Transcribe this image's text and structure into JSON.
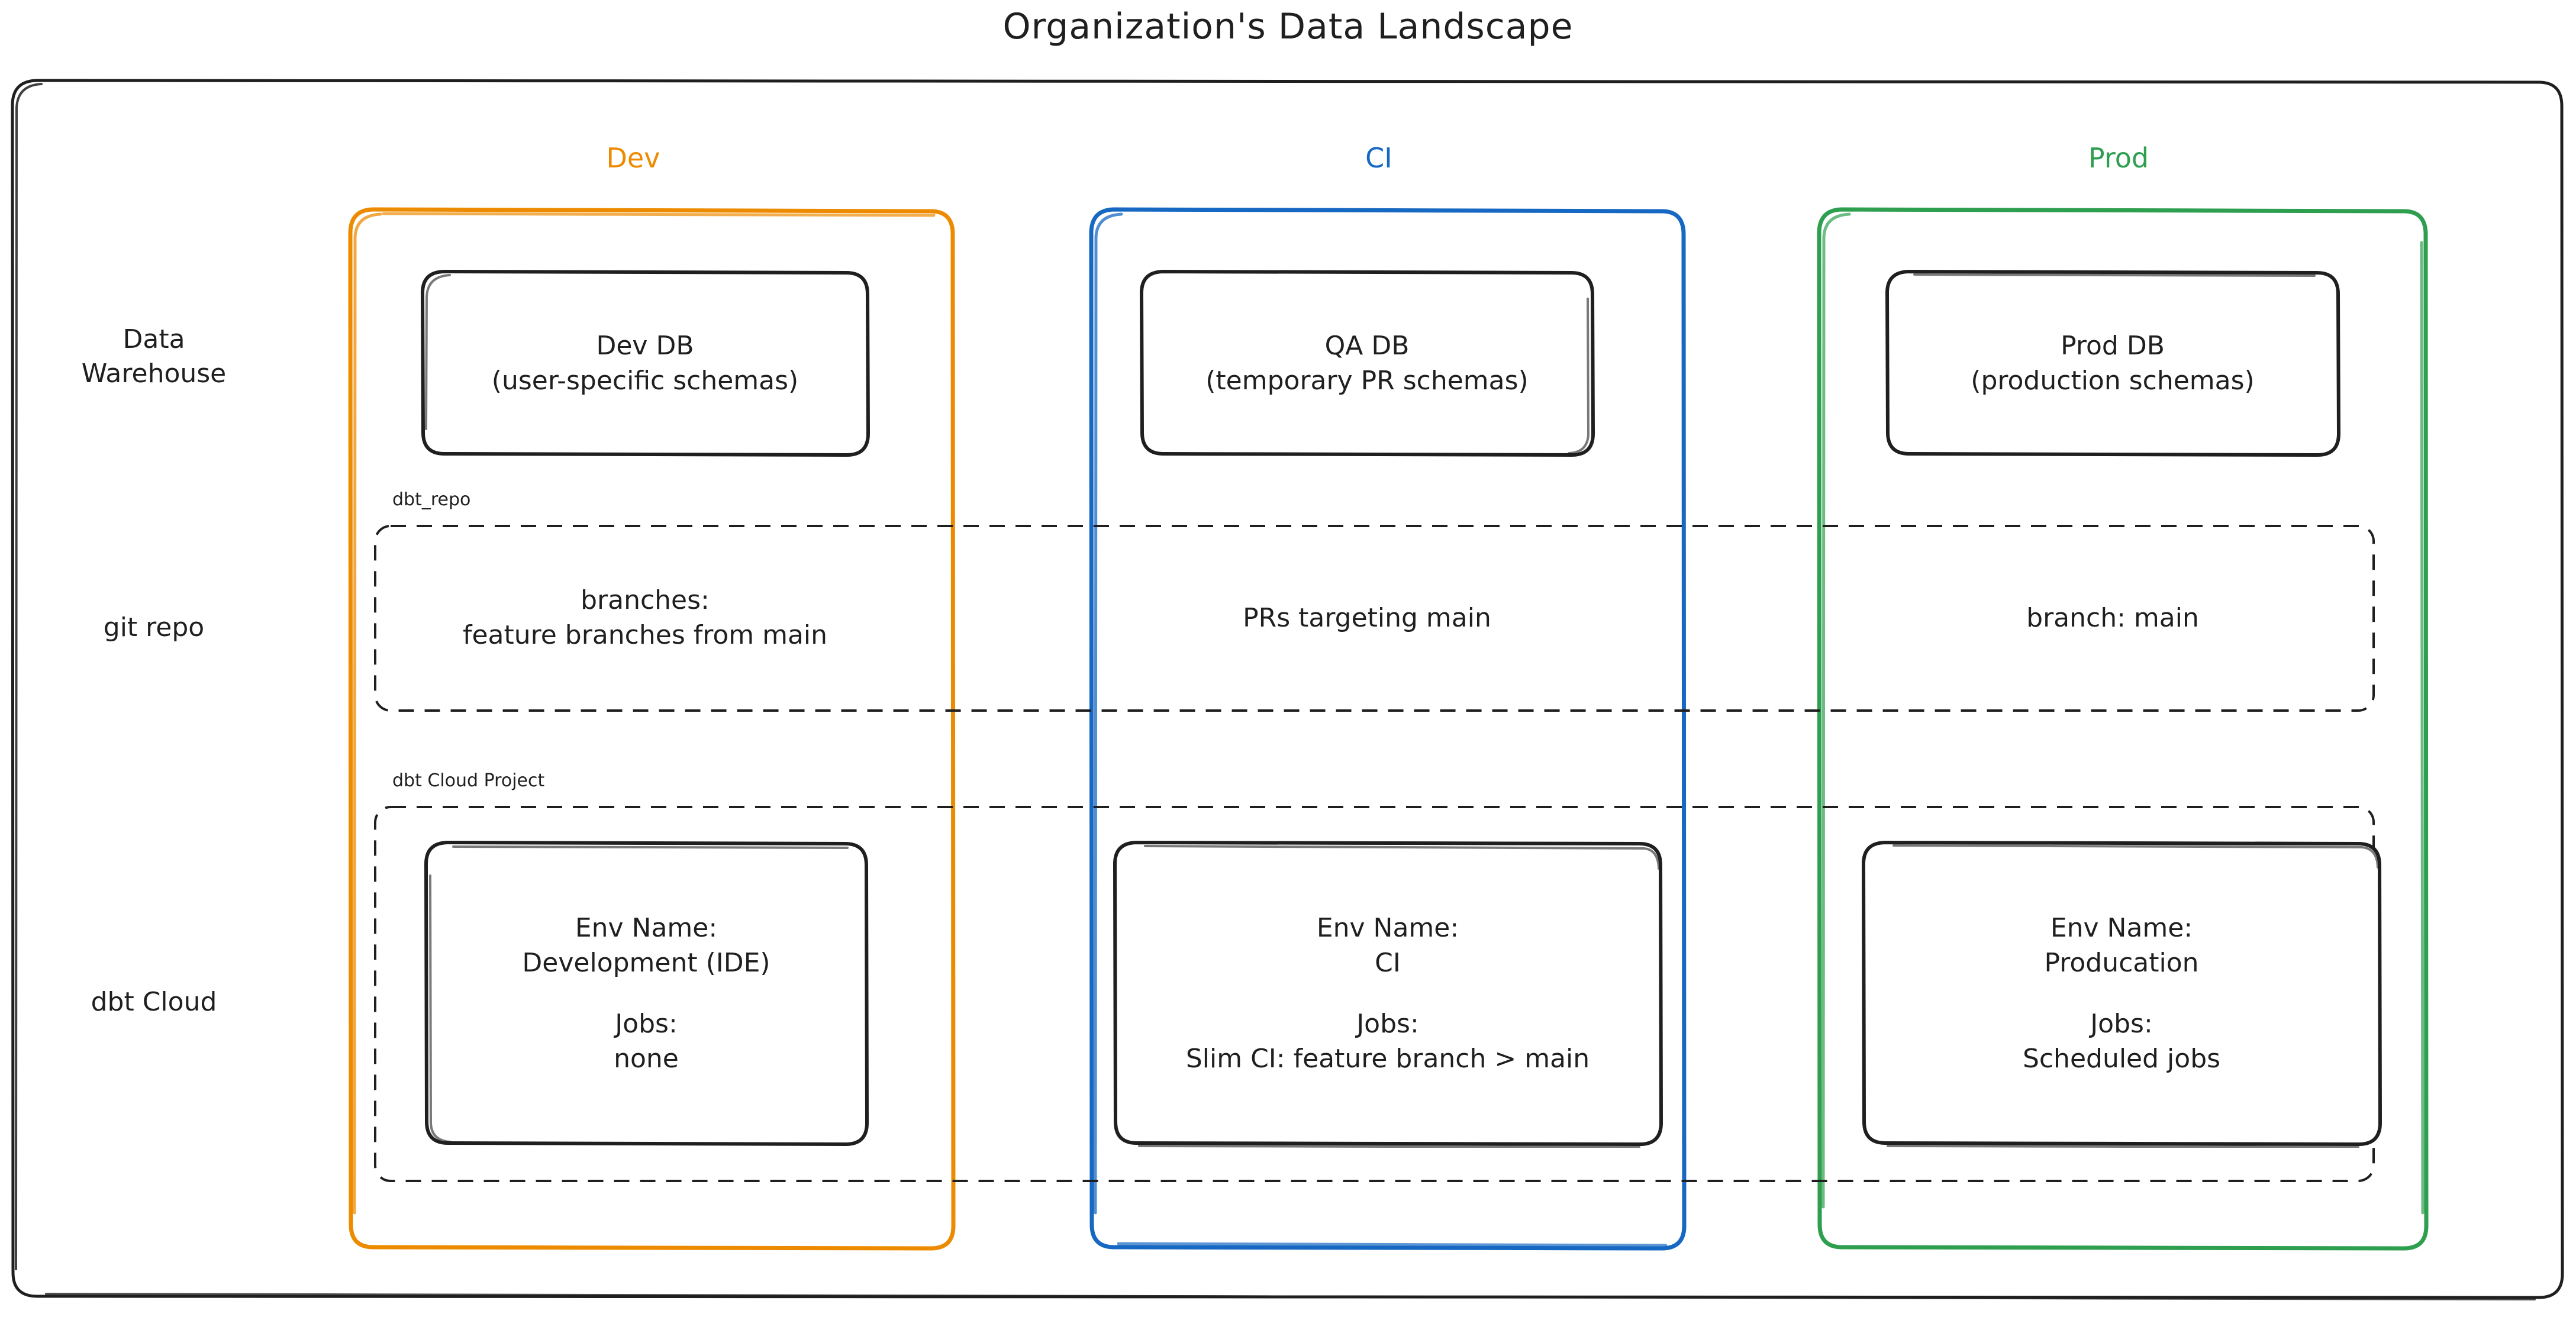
{
  "title": "Organization's Data Landscape",
  "colors": {
    "dev": "#ED8B00",
    "ci": "#1668C2",
    "prod": "#2E9E4F",
    "ink": "#1f1f1f"
  },
  "columns": [
    {
      "key": "dev",
      "label": "Dev"
    },
    {
      "key": "ci",
      "label": "CI"
    },
    {
      "key": "prod",
      "label": "Prod"
    }
  ],
  "rows": [
    {
      "key": "data_warehouse",
      "label": "Data\nWarehouse"
    },
    {
      "key": "git_repo",
      "label": "git repo"
    },
    {
      "key": "dbt_cloud",
      "label": "dbt Cloud"
    }
  ],
  "groups": [
    {
      "key": "dbt_repo",
      "title": "dbt_repo"
    },
    {
      "key": "dbt_cloud_project",
      "title": "dbt Cloud Project"
    }
  ],
  "cells": {
    "warehouse": {
      "dev": {
        "line1": "Dev DB",
        "line2": "(user-specific schemas)"
      },
      "ci": {
        "line1": "QA DB",
        "line2": "(temporary PR schemas)"
      },
      "prod": {
        "line1": "Prod DB",
        "line2": "(production schemas)"
      }
    },
    "git": {
      "dev": {
        "line1": "branches:",
        "line2": "feature branches from main"
      },
      "ci": {
        "line1": "PRs targeting main",
        "line2": ""
      },
      "prod": {
        "line1": "branch: main",
        "line2": ""
      }
    },
    "dbt_cloud": {
      "dev": {
        "env_label": "Env Name:",
        "env_value": "Development (IDE)",
        "jobs_label": "Jobs:",
        "jobs_value": "none"
      },
      "ci": {
        "env_label": "Env Name:",
        "env_value": "CI",
        "jobs_label": "Jobs:",
        "jobs_value": "Slim CI: feature branch > main"
      },
      "prod": {
        "env_label": "Env Name:",
        "env_value": "Producation",
        "jobs_label": "Jobs:",
        "jobs_value": "Scheduled jobs"
      }
    }
  }
}
